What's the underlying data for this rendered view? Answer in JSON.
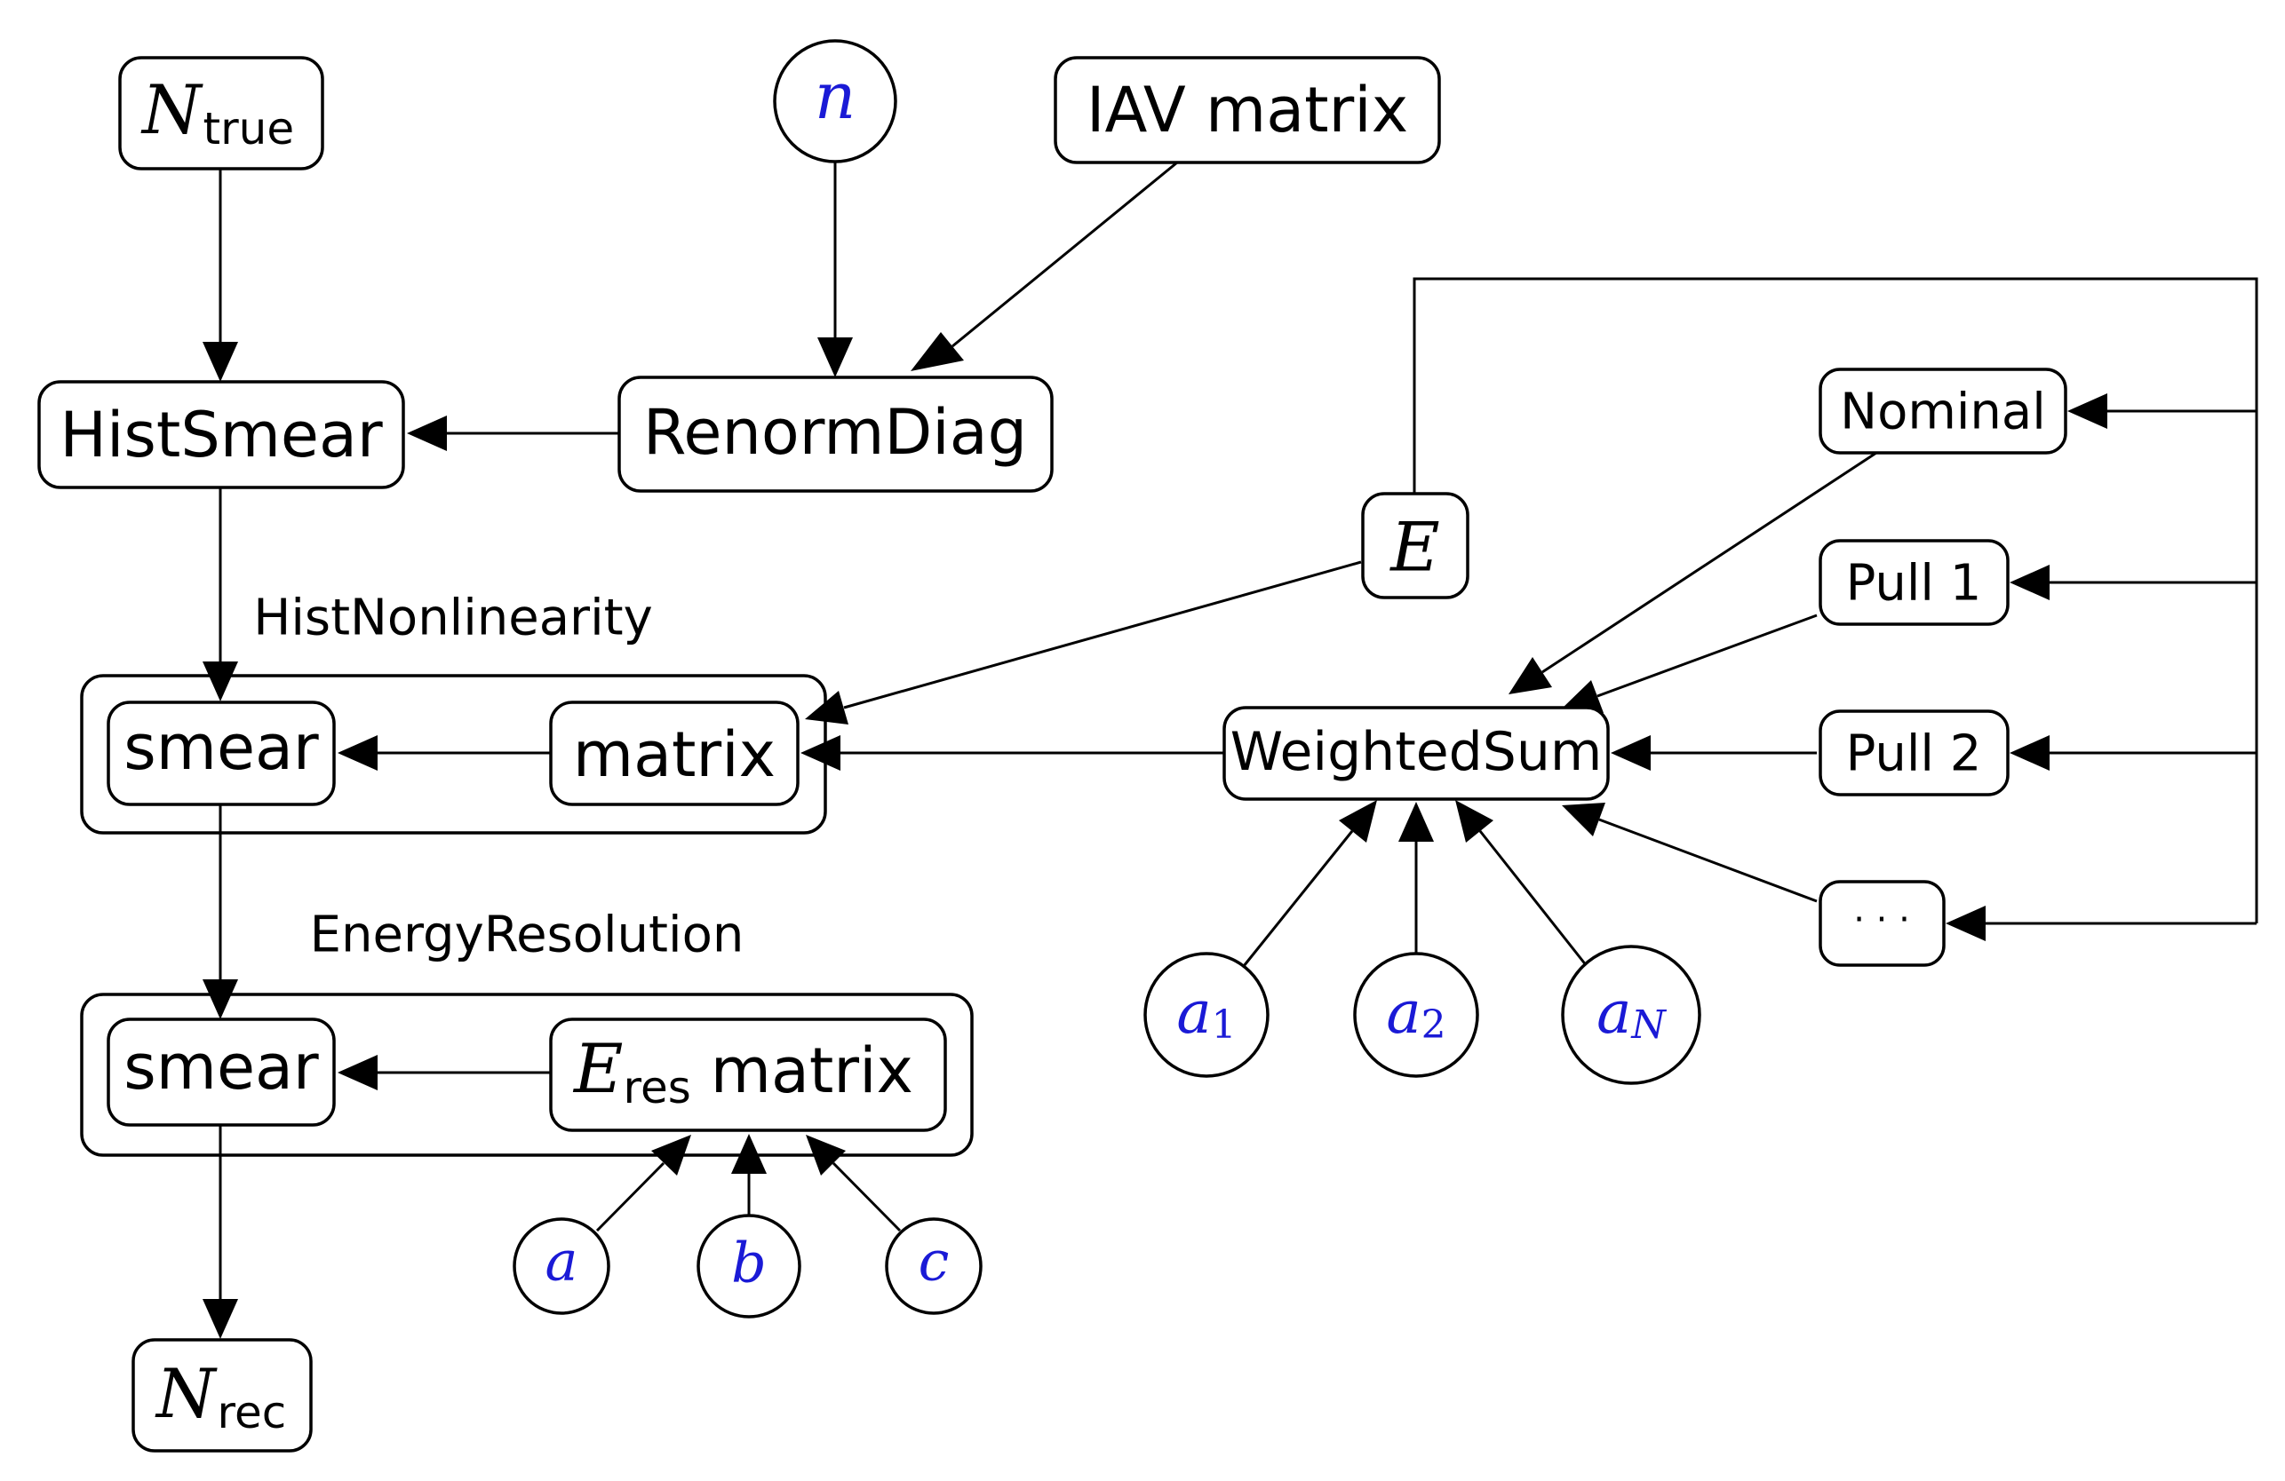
{
  "nodes": {
    "n_true": {
      "symbol": "N",
      "sub": "true"
    },
    "n_param": {
      "symbol": "n"
    },
    "iav_matrix": {
      "label": "IAV matrix"
    },
    "hist_smear": {
      "label": "HistSmear"
    },
    "renorm_diag": {
      "label": "RenormDiag"
    },
    "nominal": {
      "label": "Nominal"
    },
    "pull1": {
      "label": "Pull 1"
    },
    "pull2": {
      "label": "Pull 2"
    },
    "pull_more": {
      "label": "· · ·"
    },
    "energy": {
      "symbol": "E"
    },
    "weighted_sum": {
      "label": "WeightedSum"
    },
    "nonlin_smear": {
      "label": "smear"
    },
    "nonlin_matrix": {
      "label": "matrix"
    },
    "eres_smear": {
      "label": "smear"
    },
    "eres_matrix": {
      "symbol": "E",
      "sub": "res",
      "label": "matrix"
    },
    "param_a1": {
      "symbol": "a",
      "sub": "1"
    },
    "param_a2": {
      "symbol": "a",
      "sub": "2"
    },
    "param_aN": {
      "symbol": "a",
      "sub": "N"
    },
    "param_a": {
      "symbol": "a"
    },
    "param_b": {
      "symbol": "b"
    },
    "param_c": {
      "symbol": "c"
    },
    "n_rec": {
      "symbol": "N",
      "sub": "rec"
    }
  },
  "groups": {
    "hist_nonlinearity": {
      "label": "HistNonlinearity"
    },
    "energy_resolution": {
      "label": "EnergyResolution"
    }
  },
  "colors": {
    "line": "#000000",
    "parameter": "#1a1ad6"
  }
}
